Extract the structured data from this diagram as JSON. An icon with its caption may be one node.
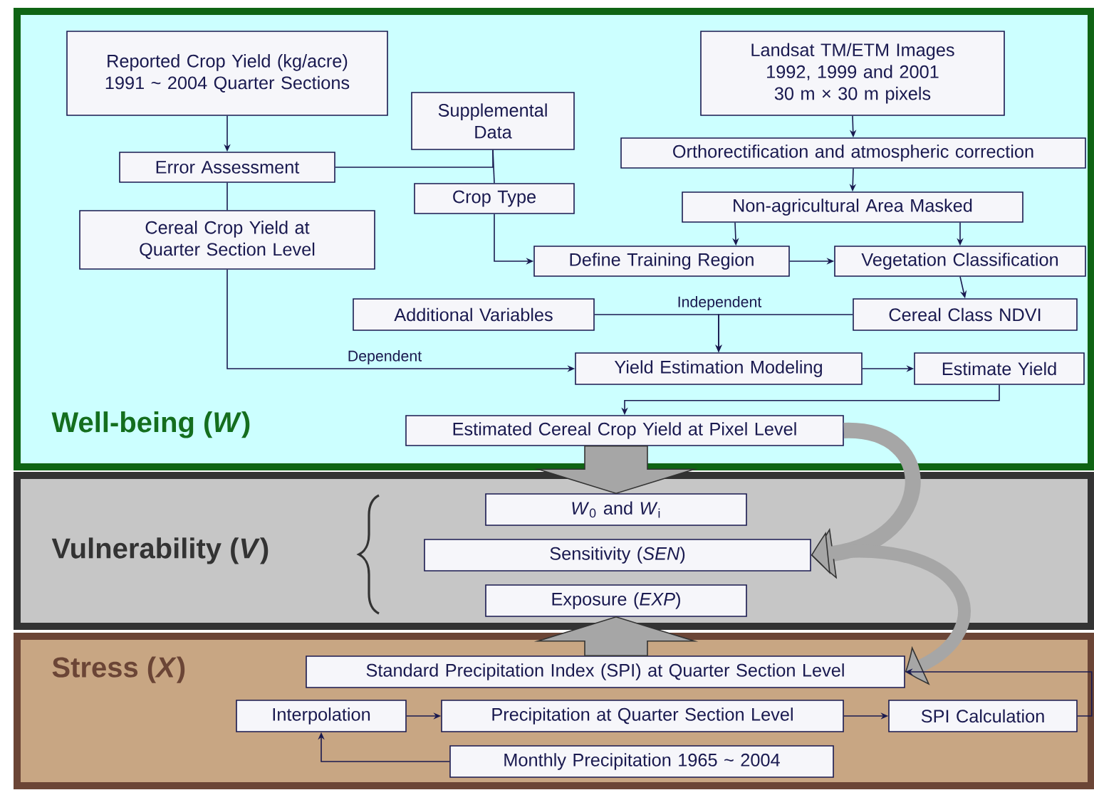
{
  "diagram": {
    "nodes": [
      {
        "text": [
          "Well-being (*W*)"
        ]
      },
      {
        "text": [
          "Vulnerability (*V*)"
        ]
      },
      {
        "text": [
          "Stress (*X*)"
        ]
      },
      {
        "text": [
          "Reported Crop Yield (kg/acre) 1991 ~ 2004 Quarter Sections"
        ],
        "in": 0
      },
      {
        "text": [
          "Supplemental Data"
        ],
        "in": 0
      },
      {
        "text": [
          "Error Assessment"
        ],
        "in": 0
      },
      {
        "text": [
          "Crop Type"
        ],
        "in": 0
      },
      {
        "text": [
          "Cereal Crop Yield at Quarter Section Level"
        ],
        "in": 0
      },
      {
        "text": [
          "Landsat TM/ETM Images 1992, 1999 and 2001 30 m × 30 m pixels"
        ],
        "in": 0
      },
      {
        "text": [
          "Orthorectification and atmospheric correction"
        ],
        "in": 0
      },
      {
        "text": [
          "Non-agricultural Area Masked"
        ],
        "in": 0
      },
      {
        "text": [
          "Define Training Region"
        ],
        "in": 0
      },
      {
        "text": [
          "Vegetation Classification"
        ],
        "in": 0
      },
      {
        "text": [
          "Additional Variables"
        ],
        "in": 0
      },
      {
        "text": [
          "Cereal Class NDVI"
        ],
        "in": 0
      },
      {
        "text": [
          "Yield Estimation Modeling"
        ],
        "in": 0
      },
      {
        "text": [
          "Estimate Yield"
        ],
        "in": 0
      },
      {
        "text": [
          "Estimated Cereal Crop Yield at Pixel Level"
        ],
        "in": 0
      },
      {
        "text": [
          "*W*$_{0}$ and *W*$_{i}$"
        ],
        "in": 1
      },
      {
        "text": [
          "Sensitivity (*SEN*)"
        ],
        "in": 1
      },
      {
        "text": [
          "Exposure (*EXP*)"
        ],
        "in": 1
      },
      {
        "text": [
          "Standard Precipitation Index (SPI) at Quarter Section Level"
        ],
        "in": 2
      },
      {
        "text": [
          "Interpolation"
        ],
        "in": 2
      },
      {
        "text": [
          "Precipitation at Quarter Section Level"
        ],
        "in": 2
      },
      {
        "text": [
          "SPI Calculation"
        ],
        "in": 2
      },
      {
        "text": [
          "Monthly Precipitation 1965 ~ 2004"
        ],
        "in": 2
      }
    ],
    "edges": [
      {
        "from": 3,
        "to": 5,
        "arrow": "to"
      },
      {
        "from": 4,
        "to": 6,
        "arrow": "none"
      },
      {
        "from": 5,
        "to": 4,
        "arrow": "none"
      },
      {
        "from": 5,
        "to": 7,
        "arrow": "none"
      },
      {
        "from": 6,
        "to": 11,
        "arrow": "to"
      },
      {
        "from": 8,
        "to": 9,
        "arrow": "to"
      },
      {
        "from": 9,
        "to": 10,
        "arrow": "to"
      },
      {
        "from": 10,
        "to": 11,
        "arrow": "to"
      },
      {
        "from": 10,
        "to": 12,
        "arrow": "to"
      },
      {
        "from": 11,
        "to": 12,
        "arrow": "to"
      },
      {
        "from": 12,
        "to": 14,
        "arrow": "to"
      },
      {
        "from": 13,
        "to": 15,
        "arrow": "to",
        "label": "Independent"
      },
      {
        "from": 14,
        "to": 15,
        "arrow": "to"
      },
      {
        "from": 7,
        "to": 15,
        "arrow": "to",
        "label": "Dependent"
      },
      {
        "from": 15,
        "to": 16,
        "arrow": "to"
      },
      {
        "from": 16,
        "to": 17,
        "arrow": "to"
      },
      {
        "from": 17,
        "to": 18,
        "arrow": "to",
        "style": "thick",
        "color": "#a6a6a6"
      },
      {
        "from": 17,
        "to": 19,
        "arrow": "to",
        "style": "thick",
        "color": "#a6a6a6"
      },
      {
        "from": 21,
        "to": 19,
        "arrow": "both",
        "style": "thick",
        "color": "#a6a6a6"
      },
      {
        "from": 21,
        "to": 20,
        "arrow": "to",
        "style": "thick",
        "color": "#a6a6a6"
      },
      {
        "from": 22,
        "to": 23,
        "arrow": "to"
      },
      {
        "from": 23,
        "to": 24,
        "arrow": "to"
      },
      {
        "from": 24,
        "to": 21,
        "arrow": "to"
      },
      {
        "from": 25,
        "to": 22,
        "arrow": "to"
      }
    ]
  }
}
